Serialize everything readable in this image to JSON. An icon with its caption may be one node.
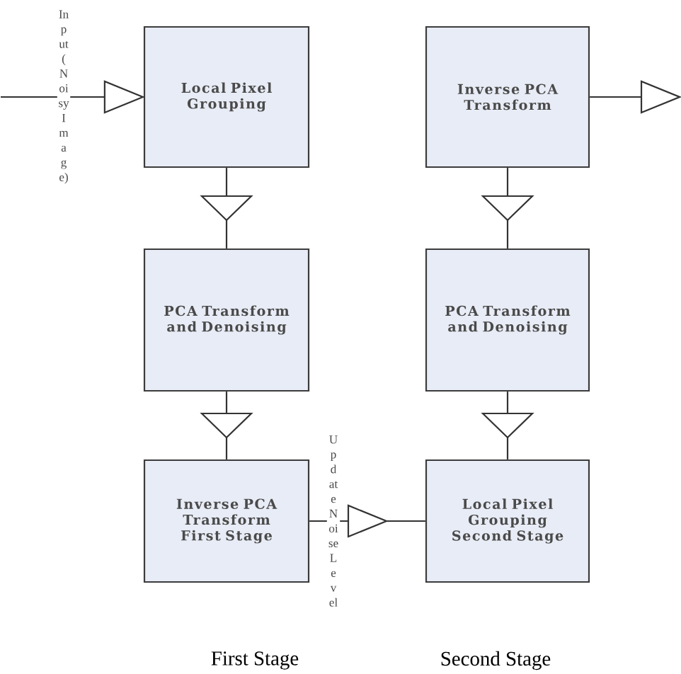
{
  "diagram": {
    "nodes": [
      {
        "text": [
          "Local Pixel Grouping"
        ]
      },
      {
        "text": [
          "Inverse PCA Transform"
        ]
      },
      {
        "text": [
          "PCA Transform and Denoising"
        ]
      },
      {
        "text": [
          "PCA Transform and Denoising"
        ]
      },
      {
        "text": [
          "Inverse PCA Transform First Stage"
        ]
      },
      {
        "text": [
          "Local Pixel Grouping Second Stage"
        ]
      }
    ],
    "edges": [
      {
        "from": null,
        "to": 0,
        "arrow": "to",
        "label": "Input (Noisy Image)"
      },
      {
        "from": 0,
        "to": 2,
        "arrow": "to"
      },
      {
        "from": 2,
        "to": 4,
        "arrow": "to"
      },
      {
        "from": 4,
        "to": 5,
        "arrow": "to",
        "label": "Update Noise Level"
      },
      {
        "from": 1,
        "to": 3,
        "arrow": "to"
      },
      {
        "from": 3,
        "to": 5,
        "arrow": "to"
      },
      {
        "from": 1,
        "to": null,
        "arrow": "to"
      }
    ],
    "labels": [
      "First Stage",
      "Second Stage"
    ]
  }
}
